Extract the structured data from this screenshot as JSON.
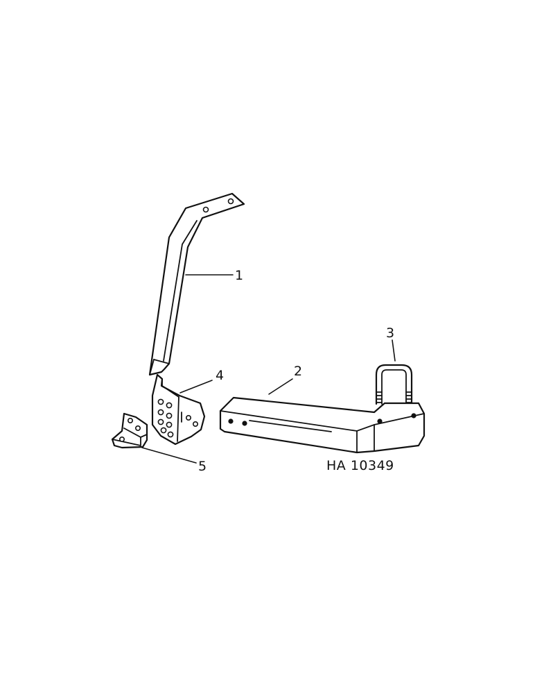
{
  "diagram": {
    "drawing_number": "HA 10349",
    "callouts": [
      {
        "id": "part-1",
        "label": "1"
      },
      {
        "id": "part-2",
        "label": "2"
      },
      {
        "id": "part-3",
        "label": "3"
      },
      {
        "id": "part-4",
        "label": "4"
      },
      {
        "id": "part-5",
        "label": "5"
      }
    ]
  }
}
